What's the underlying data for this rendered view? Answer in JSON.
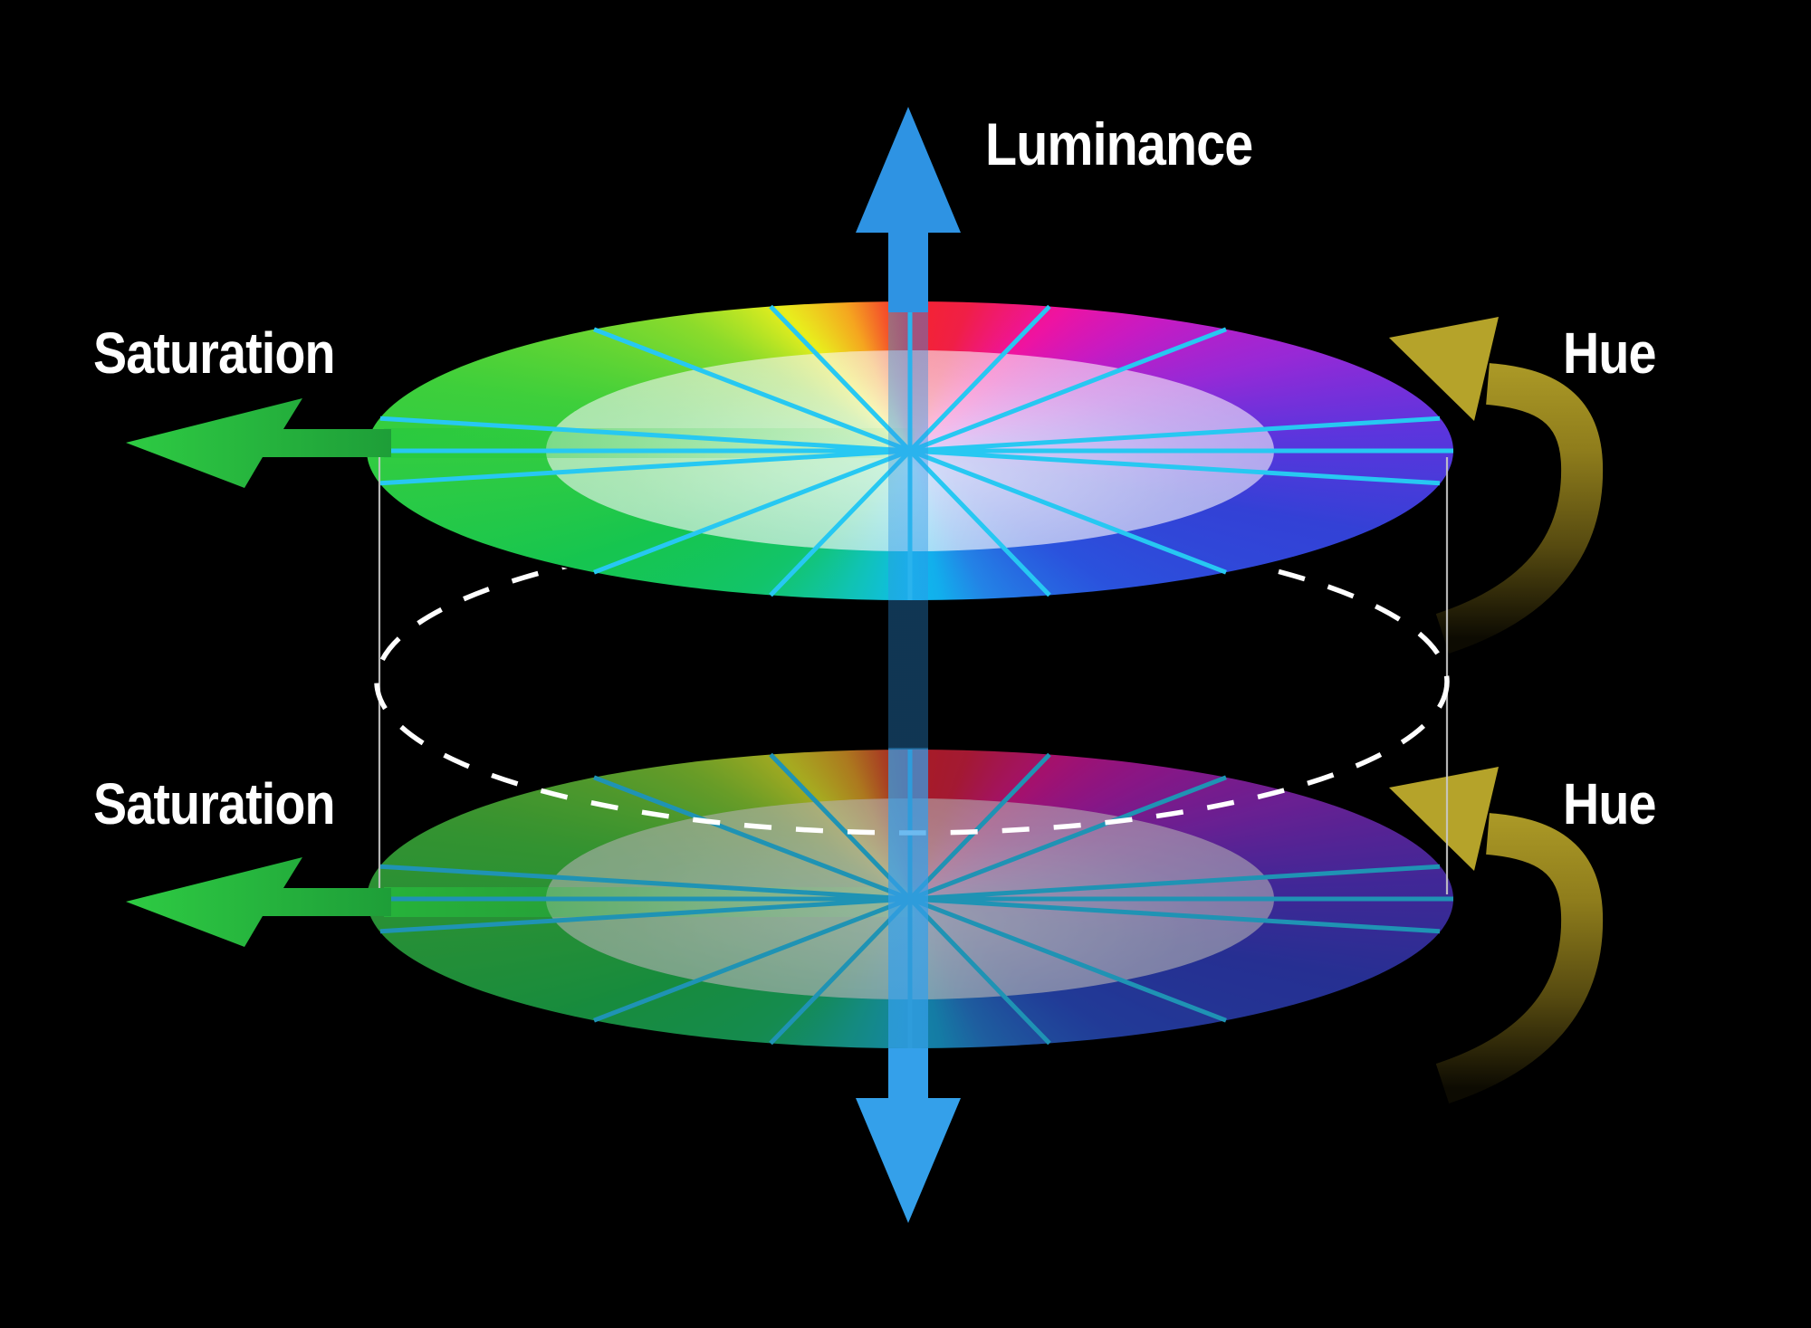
{
  "labels": {
    "luminance": "Luminance",
    "saturation_top": "Saturation",
    "saturation_bottom": "Saturation",
    "hue_top": "Hue",
    "hue_bottom": "Hue"
  },
  "colors": {
    "background": "#000000",
    "luminance_arrow": "#2e93e3",
    "saturation_arrow": "#25c33d",
    "hue_arrow": "#b5a32a",
    "spokes_top_disc": "#27c8f2",
    "spokes_bottom_disc": "#1f93b4",
    "dashed_outline": "#ffffff",
    "cylinder_edge_lines": "#c8c8c8",
    "label_text": "#ffffff"
  },
  "diagram": {
    "type": "hsl-color-cylinder",
    "description": "Two color-wheel discs stacked on a vertical luminance axis forming a cylinder; saturation increases outward, hue rotates around the rim, luminance runs along the vertical axis.",
    "disc_count": 2,
    "spokes_per_disc": 16,
    "hue_order_clockwise_from_top": [
      "red",
      "magenta",
      "purple",
      "blue",
      "cyan",
      "teal",
      "green",
      "yellow-green",
      "yellow",
      "orange",
      "red"
    ],
    "axes": [
      {
        "name": "Luminance",
        "direction": "vertical",
        "arrow_color": "#2e93e3"
      },
      {
        "name": "Saturation",
        "direction": "radial-outward",
        "arrow_color": "#25c33d"
      },
      {
        "name": "Hue",
        "direction": "rotational",
        "arrow_color": "#b5a32a"
      }
    ]
  }
}
